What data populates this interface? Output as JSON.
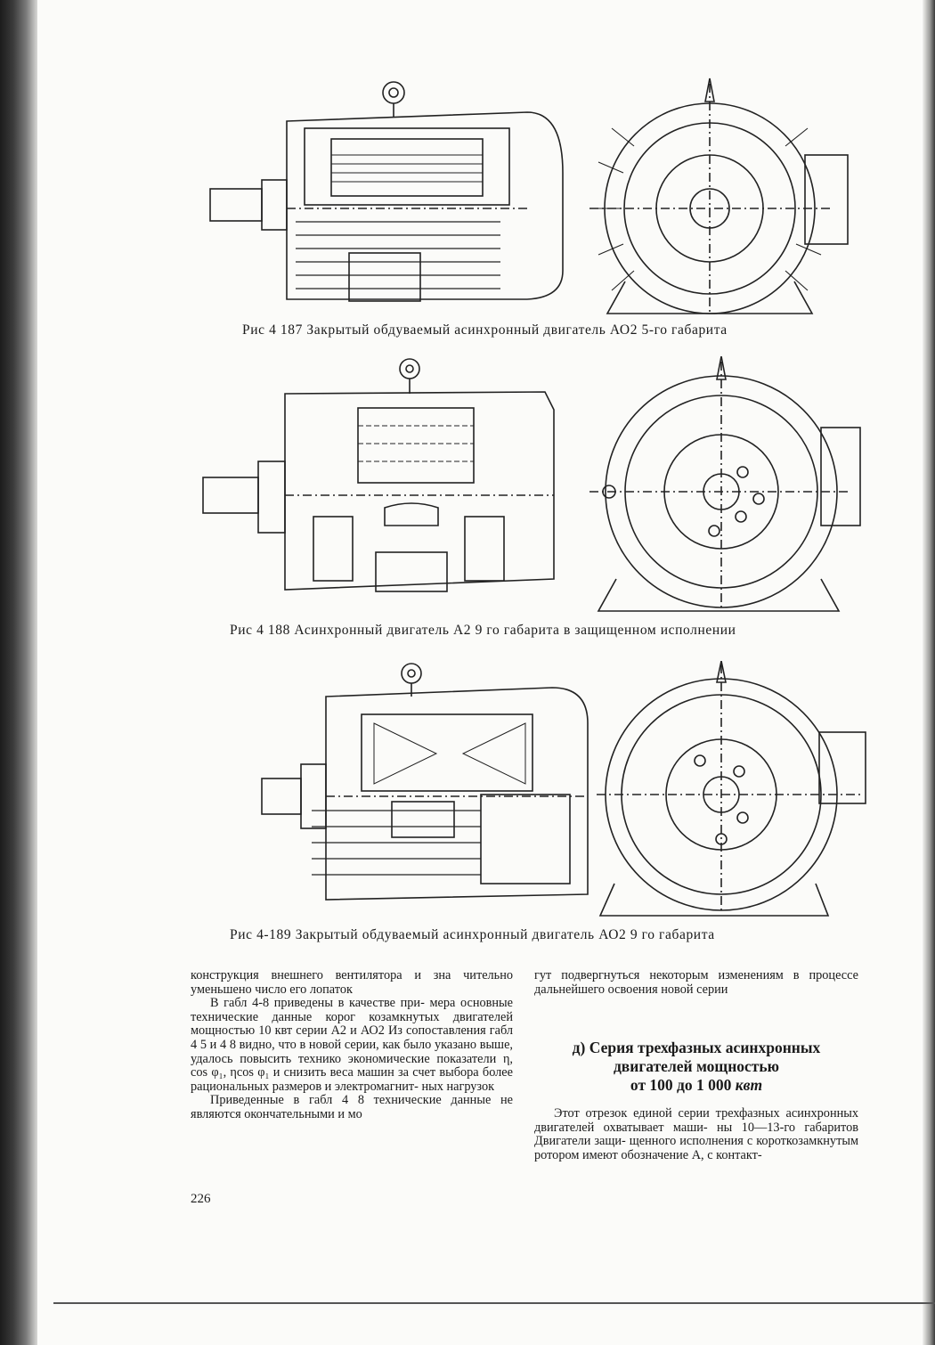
{
  "figures": [
    {
      "id": "fig-4-187",
      "caption": "Рис 4 187 Закрытый обдуваемый асинхронный двигатель АО2 5-го габарита"
    },
    {
      "id": "fig-4-188",
      "caption": "Рис 4 188 Асинхронный двигатель А2 9 го габарита в защищенном исполнении"
    },
    {
      "id": "fig-4-189",
      "caption": "Рис 4-189 Закрытый обдуваемый асинхронный двигатель АО2 9 го габарита"
    }
  ],
  "left_column": [
    "конструкция внешнего вентилятора и зна чительно уменьшено число его лопаток",
    "В габл 4-8 приведены в качестве при- мера основные технические данные корог козамкнутых двигателей мощностью 10 квт серии А2 и АО2 Из сопоставления габл 4 5 и 4 8 видно, что в новой серии, как было указано выше, удалось повысить технико экономические показатели η, cos φ₁, ηcos φ₁ и снизить веса машин за счет выбора более рациональных размеров и электромагнит- ных нагрузок",
    "Приведенные в габл 4 8 технические данные не являются окончательными и мо"
  ],
  "right_column": {
    "continuation": "гут подвергнуться некоторым изменениям в процессе дальнейшего освоения новой серии",
    "heading_line1": "д) Серия трехфазных асинхронных",
    "heading_line2": "двигателей мощностью",
    "heading_line3": "от 100 до 1 000",
    "heading_unit": "квт",
    "paragraph": "Этот отрезок единой серии трехфазных асинхронных двигателей охватывает маши- ны 10—13-го габаритов Двигатели защи- щенного исполнения с короткозамкнутым ротором имеют обозначение А, с контакт-"
  },
  "page_number": "226",
  "colors": {
    "ink": "#1a1a1a",
    "paper": "#fbfbf9",
    "binding": "#1c1c1c"
  }
}
